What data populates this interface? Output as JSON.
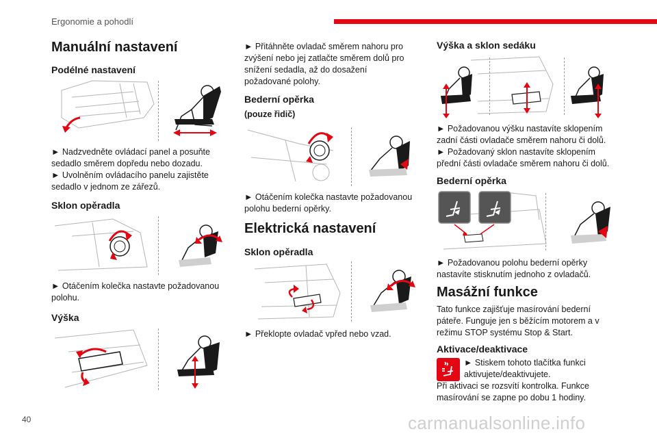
{
  "header": {
    "section": "Ergonomie a pohodlí"
  },
  "page_number": "40",
  "watermark": "carmanualsonline.info",
  "col1": {
    "title": "Manuální nastavení",
    "s1_title": "Podélné nastavení",
    "s1_p1": "► Nadzvedněte ovládací panel a posuňte sedadlo směrem dopředu nebo dozadu.",
    "s1_p2": "► Uvolněním ovládacího panelu zajistěte sedadlo v jednom ze zářezů.",
    "s2_title": "Sklon opěradla",
    "s2_p1": "► Otáčením kolečka nastavte požadovanou polohu.",
    "s3_title": "Výška"
  },
  "col2": {
    "p1": "► Přitáhněte ovladač směrem nahoru pro zvýšení nebo jej zatlačte směrem dolů pro snížení sedadla, až do dosažení požadované polohy.",
    "s1_title": "Bederní opěrka",
    "s1_sub": "(pouze řidič)",
    "s1_p1": "► Otáčením kolečka nastavte požadovanou polohu bederní opěrky.",
    "title": "Elektrická nastavení",
    "s2_title": "Sklon opěradla",
    "s2_p1": "► Překlopte ovladač vpřed nebo vzad."
  },
  "col3": {
    "s1_title": "Výška a sklon sedáku",
    "s1_p1": "► Požadovanou výšku nastavíte sklopením zadní části ovladače směrem nahoru či dolů.",
    "s1_p2": "► Požadovaný sklon nastavíte sklopením přední části ovladače směrem nahoru či dolů.",
    "s2_title": "Bederní opěrka",
    "s2_p1": "► Požadovanou polohu bederní opěrky nastavíte stisknutím jednoho z ovladačů.",
    "title": "Masážní funkce",
    "intro": "Tato funkce zajišťuje masírování bederní páteře. Funguje jen s běžícím motorem a v režimu STOP systému Stop & Start.",
    "s3_title": "Aktivace/deaktivace",
    "s3_p1": "► Stiskem tohoto tlačítka funkci aktivujete/deaktivujete.",
    "s3_p2": "Při aktivaci se rozsvítí kontrolka. Funkce masírování se zapne po dobu 1 hodiny."
  },
  "colors": {
    "accent": "#e30613",
    "text": "#1a1a1a",
    "line": "#9a9a9a"
  }
}
